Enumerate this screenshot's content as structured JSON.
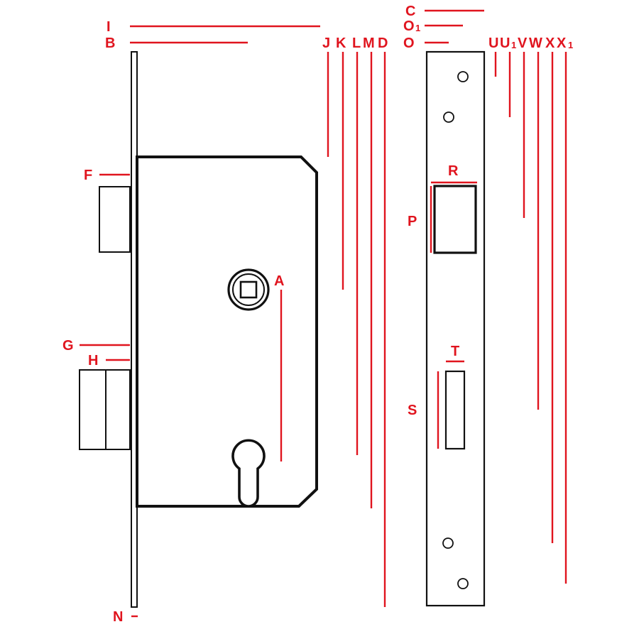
{
  "colors": {
    "dimension": "#e0141e",
    "outline": "#111111",
    "background": "#ffffff"
  },
  "labels": {
    "I": "I",
    "B": "B",
    "J": "J",
    "K": "K",
    "L": "L",
    "M": "M",
    "D": "D",
    "C": "C",
    "O1": "O",
    "O": "O",
    "U": "U",
    "U1": "U",
    "V": "V",
    "W": "W",
    "X": "X",
    "X1": "X",
    "F": "F",
    "G": "G",
    "H": "H",
    "A": "A",
    "N": "N",
    "R": "R",
    "P": "P",
    "T": "T",
    "S": "S"
  },
  "subscripts": {
    "O1": "1",
    "U1": "1",
    "X1": "1"
  }
}
